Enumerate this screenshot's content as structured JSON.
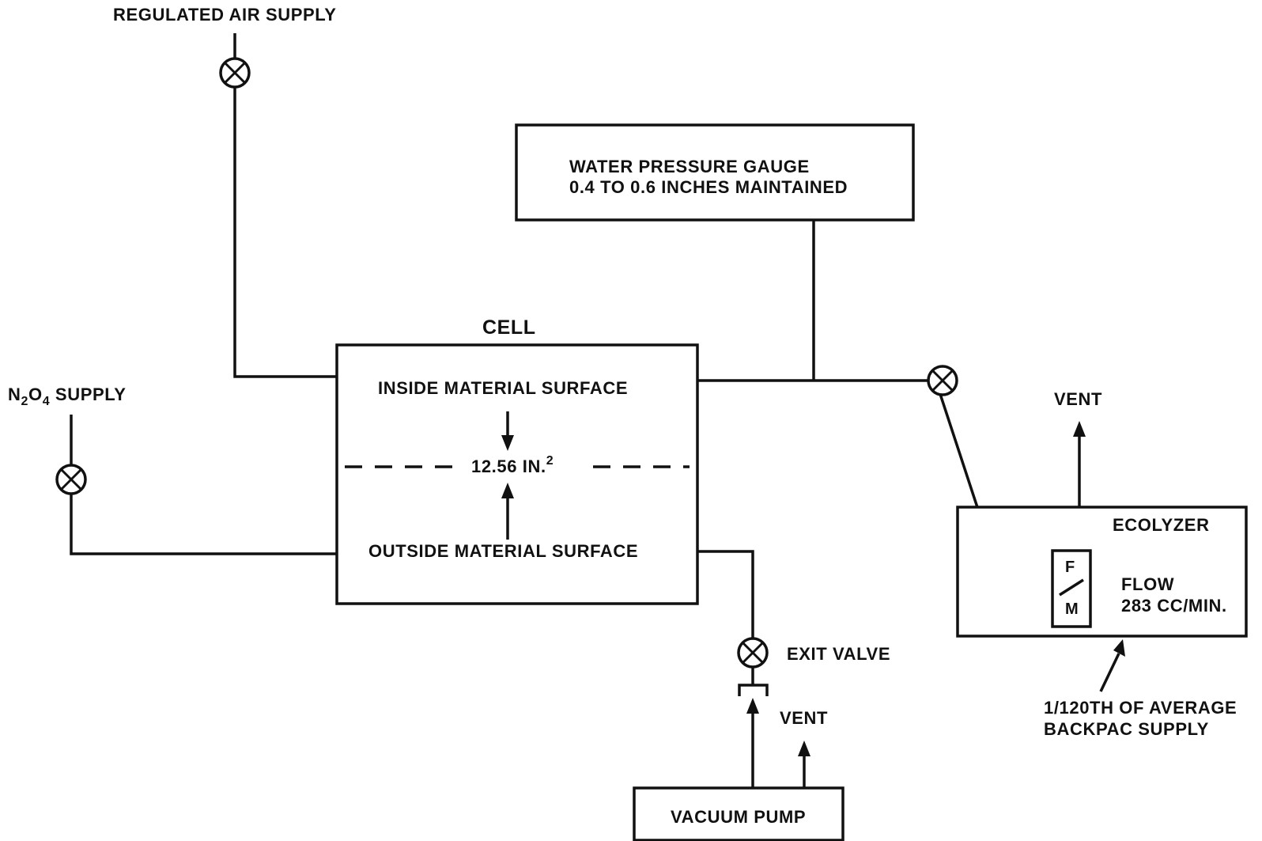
{
  "labels": {
    "regulated_air_supply": "REGULATED AIR SUPPLY",
    "n2o4_n": "N",
    "n2o4_sub1": "2",
    "n2o4_o": "O",
    "n2o4_sub2": "4",
    "n2o4_supply": " SUPPLY",
    "cell": "CELL",
    "inside_surface": "INSIDE MATERIAL SURFACE",
    "outside_surface": "OUTSIDE MATERIAL SURFACE",
    "area_value": "12.56 IN.",
    "area_exponent": "2",
    "gauge_line1": "WATER PRESSURE GAUGE",
    "gauge_line2": "0.4 TO 0.6 INCHES MAINTAINED",
    "ecolyzer": "ECOLYZER",
    "flowmeter_f": "F",
    "flowmeter_m": "M",
    "flow": "FLOW",
    "flow_rate": "283 CC/MIN.",
    "vent_ecolyzer": "VENT",
    "sample_line1": "1/120TH OF AVERAGE",
    "sample_line2": "BACKPAC SUPPLY",
    "exit_valve": "EXIT VALVE",
    "vent_pump": "VENT",
    "vacuum_pump": "VACUUM PUMP"
  },
  "icons": {
    "valve": "valve-icon",
    "arrow": "arrow-icon"
  }
}
